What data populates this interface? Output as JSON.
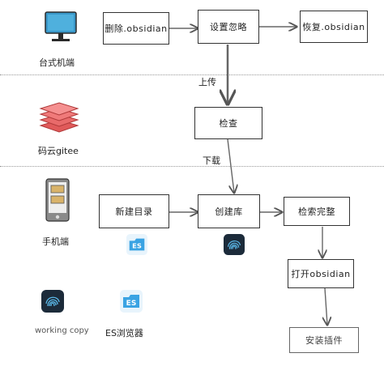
{
  "devices": {
    "desktop": "台式机端",
    "gitee": "码云gitee",
    "phone": "手机端"
  },
  "apps": {
    "working_copy": "working copy",
    "es_browser": "ES浏览器"
  },
  "steps": {
    "delete": "删除.obsidian",
    "ignore": "设置忽略",
    "restore": "恢复.obsidian",
    "check": "检查",
    "new_dir": "新建目录",
    "create_repo": "创建库",
    "check_complete": "检索完整",
    "open_obsidian": "打开obsidian",
    "install_plugins": "安装插件"
  },
  "edges": {
    "upload": "上传",
    "download": "下载"
  },
  "colors": {
    "monitor": "#3a98c9",
    "gitee_red": "#e05a5a",
    "phone_tan": "#d9b36a",
    "es_blue": "#3aa3e3",
    "wc_dark": "#1c2b3a"
  }
}
